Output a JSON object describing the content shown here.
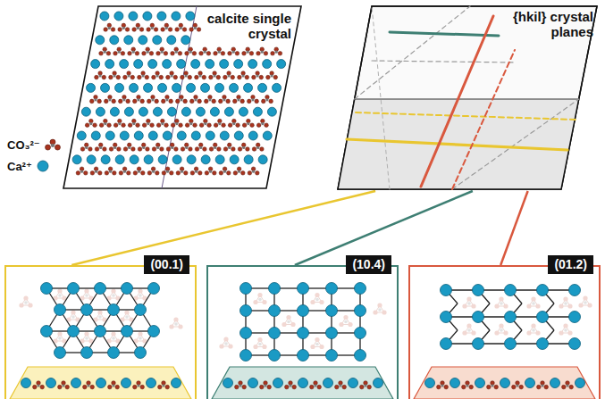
{
  "diagram": {
    "nodes": [
      {
        "text": [
          "calcite single crystal"
        ]
      },
      {
        "text": [
          "{hkil} crystal planes"
        ]
      },
      {
        "text": [
          "(00.1)"
        ]
      },
      {
        "text": [
          "(10.4)"
        ]
      },
      {
        "text": [
          "(01.2)"
        ]
      }
    ],
    "edges": [
      {
        "from": 1,
        "to": 2,
        "arrow": "none"
      },
      {
        "from": 1,
        "to": 3,
        "arrow": "none"
      },
      {
        "from": 1,
        "to": 4,
        "arrow": "none"
      }
    ],
    "legend": [
      {
        "text": "CO₃²⁻"
      },
      {
        "text": "Ca²⁺",
        "color": "#1a9ac4"
      }
    ]
  }
}
